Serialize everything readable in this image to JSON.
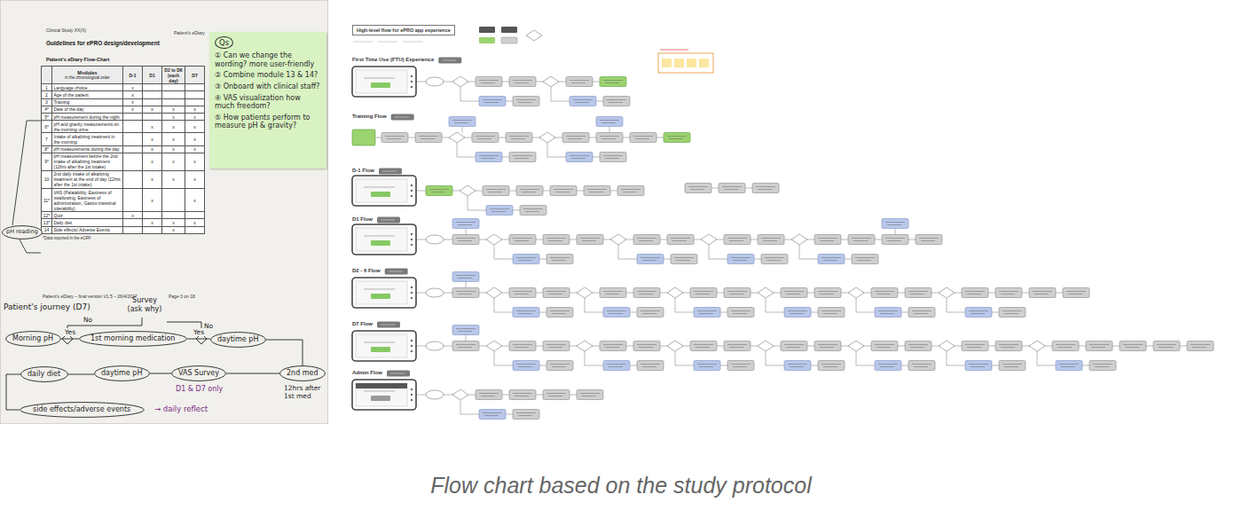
{
  "diagram": {
    "title": "High-level flow for ePRO app experience",
    "caption": "Flow chart based on the study protocol",
    "nodes": [
      {
        "text": [
          "Qs",
          "① Can we change the wording? more user-friendly",
          "② Combine module 13 & 14?",
          "③ Onboard with clinical staff?",
          "④ VAS visualization how much freedom?",
          "⑤ How patients perform to measure pH & gravity?"
        ]
      },
      {
        "text": [
          "pH reading"
        ]
      },
      {
        "text": [
          "Morning pH"
        ]
      },
      {
        "text": [
          "1st morning medication"
        ]
      },
      {
        "text": [
          "daytime pH"
        ]
      },
      {
        "text": [
          "daily diet"
        ]
      },
      {
        "text": [
          "daytime pH"
        ]
      },
      {
        "text": [
          "VAS Survey"
        ]
      },
      {
        "text": [
          "2nd med"
        ]
      },
      {
        "text": [
          "side effects/adverse events"
        ]
      }
    ],
    "edges": [
      {
        "from": 2,
        "to": 3,
        "label": "Yes",
        "arrow": "none"
      },
      {
        "from": 3,
        "to": 4,
        "label": "Yes",
        "arrow": "none"
      },
      {
        "from": 4,
        "to": 8,
        "arrow": "none"
      },
      {
        "from": 5,
        "to": 6,
        "arrow": "none"
      },
      {
        "from": 6,
        "to": 7,
        "arrow": "none"
      },
      {
        "from": 7,
        "to": 8,
        "arrow": "none"
      },
      {
        "from": 5,
        "to": 9,
        "arrow": "none"
      }
    ],
    "labels": [
      "Clinical Study XX(X)",
      "Patient's eDiary",
      "Guidelines for ePRO design/development",
      "Patient's eDiary Flow-Chart",
      "Modules",
      "in the chronological order",
      "D-1",
      "D1",
      "D2 to D6 (each day)",
      "D7",
      "1",
      "Language choice",
      "x",
      "2",
      "Age of the patient",
      "x",
      "3",
      "Training",
      "x",
      "4*",
      "Date of the day",
      "x",
      "x",
      "x",
      "x",
      "5*",
      "pH measurement during the night",
      "x",
      "x",
      "6*",
      "pH and gravity measurements on the morning urine",
      "x",
      "x",
      "x",
      "7",
      "Intake of alkalizing treatment in the morning",
      "x",
      "x",
      "x",
      "8*",
      "pH measurements during the day",
      "x",
      "x",
      "x",
      "9*",
      "pH measurement before the 2nd intake of alkalizing treatment (12hrs after the 1st intake)",
      "x",
      "x",
      "x",
      "10",
      "2nd daily intake of alkalizing treatment at the end of day (12hrs after the 1st intake)",
      "x",
      "x",
      "x",
      "11*",
      "VAS (Palatability, Easiness of swallowing, Easiness of administration, Gastro intestinal tolerability)",
      "x",
      "x",
      "12*",
      "Quiz",
      "x",
      "13*",
      "Daily diet",
      "x",
      "x",
      "x",
      "14",
      "Side effects/ Adverse Events",
      "x",
      "*Data reported in the eCRF",
      "Patient's eDiary – final version V1.5 – 26/4/2017",
      "Page 3 on 18",
      "Patient's journey (D7)",
      "Survey (ask why)",
      "No",
      "No",
      "D1 & D7 only",
      "12hrs after 1st med",
      "→ daily reflect",
      "First Time Use (FTU) Experience",
      "Training Flow",
      "D-1 Flow",
      "D1 Flow",
      "D2 - 6 Flow",
      "D7 Flow",
      "Admin Flow"
    ]
  }
}
